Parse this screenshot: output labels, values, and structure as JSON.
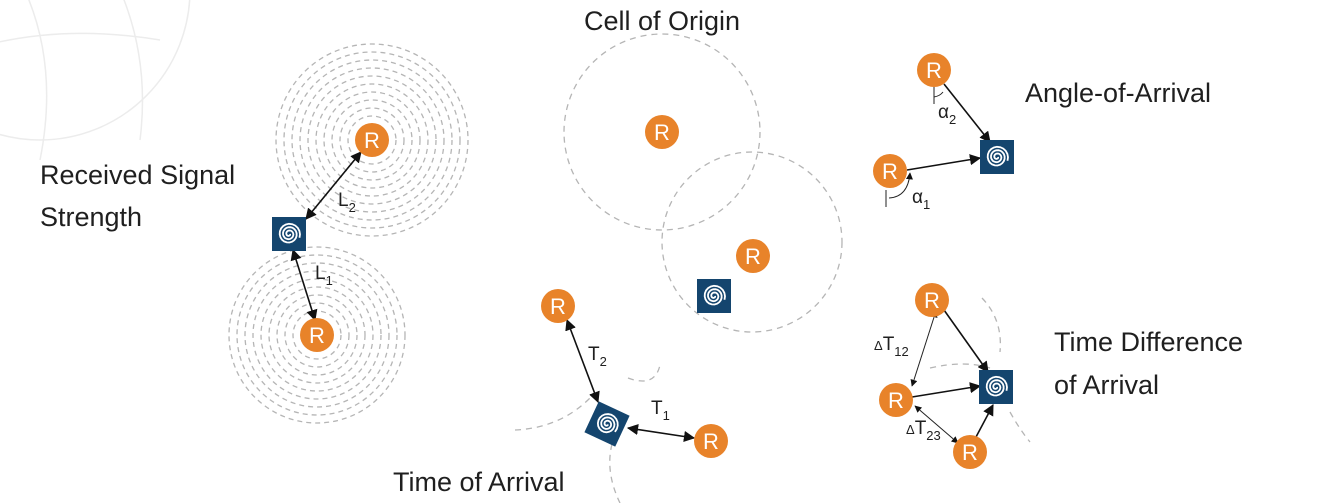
{
  "titles": {
    "rss_line1": "Received Signal",
    "rss_line2": "Strength",
    "coo": "Cell of Origin",
    "aoa": "Angle-of-Arrival",
    "toa": "Time of Arrival",
    "tdoa_line1": "Time Difference",
    "tdoa_line2": "of Arrival"
  },
  "receiver_label": "R",
  "measures": {
    "L2": {
      "main": "L",
      "sub": "2"
    },
    "L1": {
      "main": "L",
      "sub": "1"
    },
    "T2": {
      "main": "T",
      "sub": "2"
    },
    "T1": {
      "main": "T",
      "sub": "1"
    },
    "alpha2": {
      "main": "α",
      "sub": "2"
    },
    "alpha1": {
      "main": "α",
      "sub": "1"
    },
    "dT12": {
      "main": "T",
      "sub": "12",
      "prefix": "Δ"
    },
    "dT23": {
      "main": "T",
      "sub": "23",
      "prefix": "Δ"
    }
  },
  "colors": {
    "receiver": "#E8832A",
    "tag": "#14456E",
    "title_text": "#1f1f1f",
    "rings": "#b5b5b5"
  },
  "icons": {
    "receiver": "receiver-circle-icon",
    "tag": "spiral-tag-icon"
  }
}
